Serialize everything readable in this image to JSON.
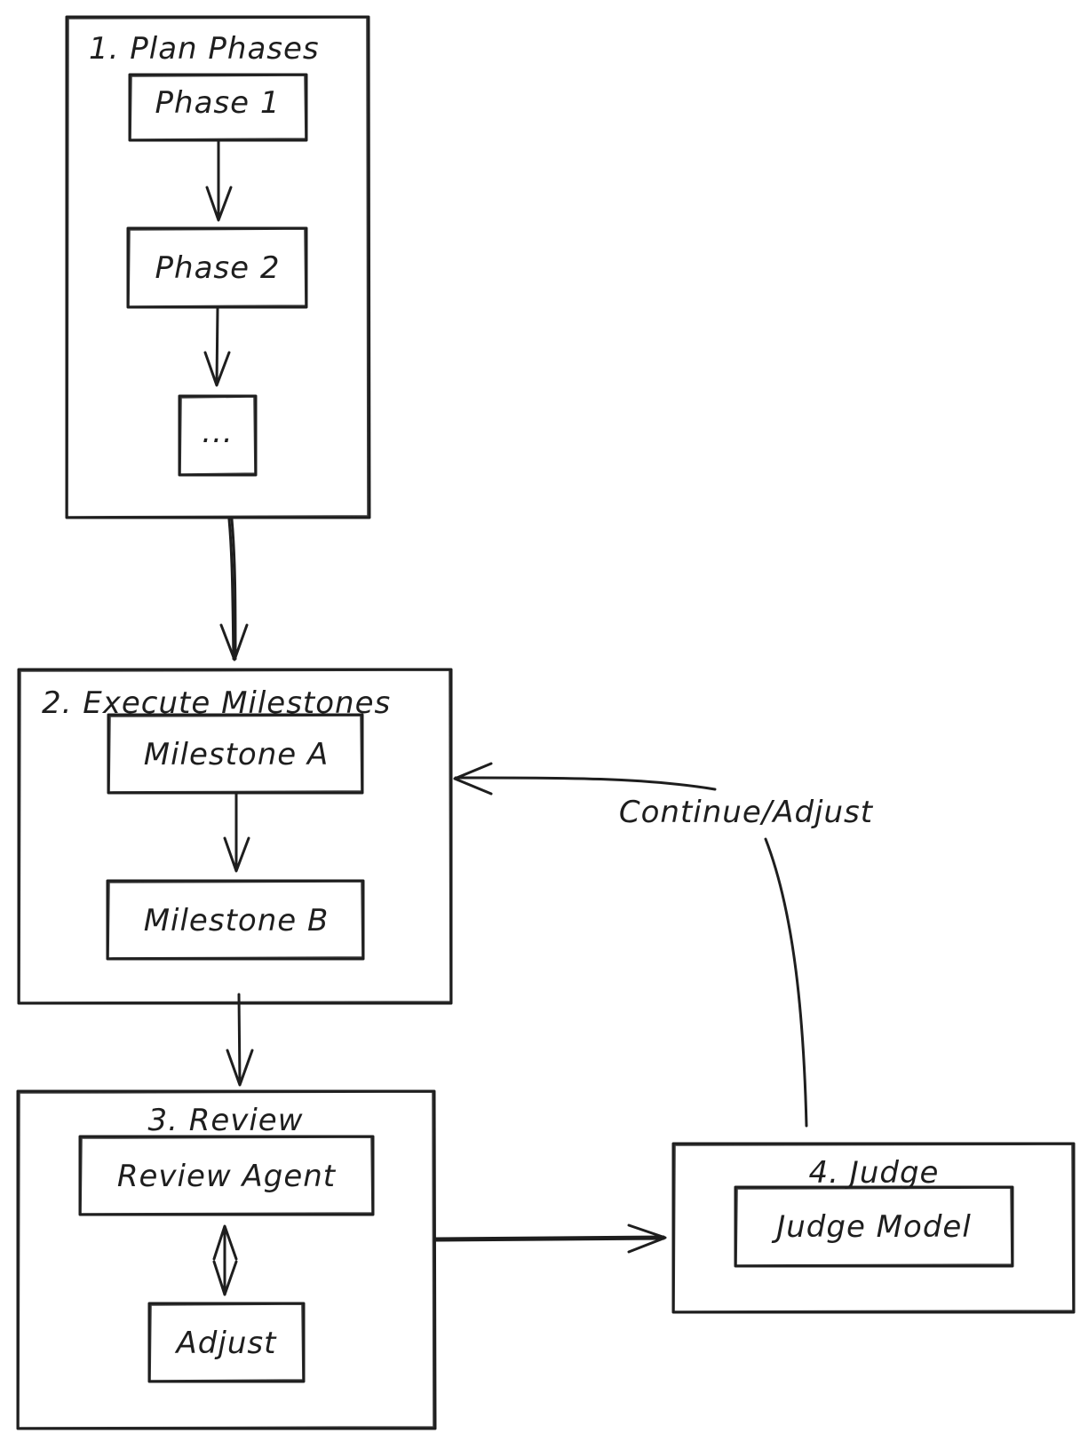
{
  "groups": {
    "plan": {
      "title": "1. Plan Phases",
      "nodes": [
        "Phase 1",
        "Phase 2",
        "..."
      ]
    },
    "execute": {
      "title": "2. Execute Milestones",
      "nodes": [
        "Milestone A",
        "Milestone B"
      ]
    },
    "review": {
      "title": "3. Review",
      "nodes": [
        "Review Agent",
        "Adjust"
      ]
    },
    "judge": {
      "title": "4. Judge",
      "nodes": [
        "Judge Model"
      ]
    }
  },
  "edges": {
    "feedback_label": "Continue/Adjust"
  },
  "colors": {
    "stroke": "#1e1e1e",
    "background": "#ffffff"
  }
}
